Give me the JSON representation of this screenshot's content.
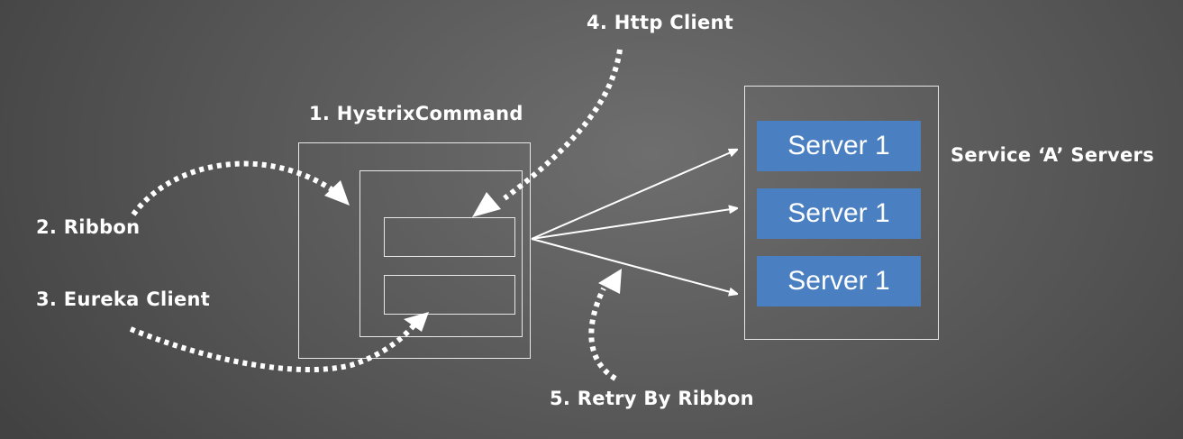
{
  "labels": {
    "hystrix": "1. HystrixCommand",
    "ribbon": "2. Ribbon",
    "eureka": "3. Eureka Client",
    "http": "4. Http Client",
    "retry": "5. Retry By Ribbon",
    "service": "Service ‘A’ Servers"
  },
  "servers": [
    "Server 1",
    "Server 1",
    "Server 1"
  ],
  "colors": {
    "server_fill": "#4a7fc1",
    "line": "#ffffff"
  }
}
